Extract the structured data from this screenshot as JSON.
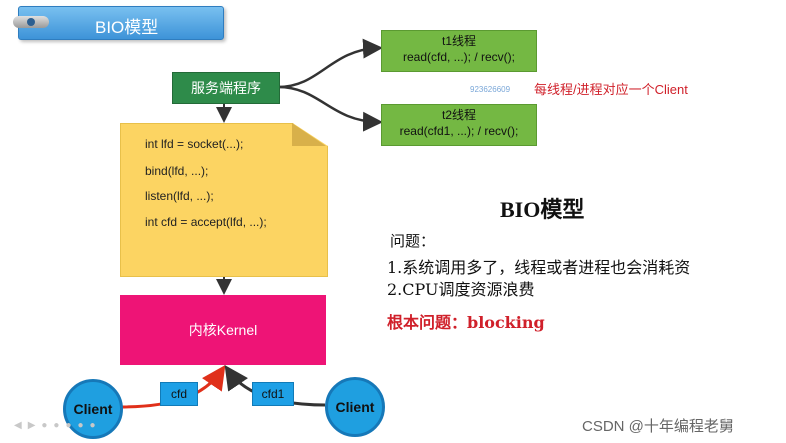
{
  "title": "BIO模型",
  "server": "服务端程序",
  "threads": [
    {
      "name": "t1线程",
      "code": "read(cfd, ...); / recv();"
    },
    {
      "name": "t2线程",
      "code": "read(cfd1, ...); / recv();"
    }
  ],
  "thread_note": "每线程/进程对应一个Client",
  "watermark_number": "923626609",
  "code_lines": [
    "int lfd = socket(...);",
    "bind(lfd, ...);",
    "listen(lfd, ...);",
    "int cfd = accept(lfd, ...);"
  ],
  "kernel": "内核Kernel",
  "clients": {
    "left": "Client",
    "right": "Client"
  },
  "tags": {
    "left": "cfd",
    "right": "cfd1"
  },
  "right_title": "BIO模型",
  "question": "问题：",
  "problems": [
    "1.系统调用多了，线程或者进程也会消耗资",
    "2.CPU调度资源浪费"
  ],
  "root_cause": "根本问题：blocking",
  "footer": "CSDN @十年编程老舅",
  "colors": {
    "title_tab": "#3d93d8",
    "server_box": "#2e8b4a",
    "thread_box": "#74b843",
    "code_note": "#fcd462",
    "kernel": "#ee1476",
    "client": "#1f9fe0",
    "highlight_red": "#d0202a"
  }
}
